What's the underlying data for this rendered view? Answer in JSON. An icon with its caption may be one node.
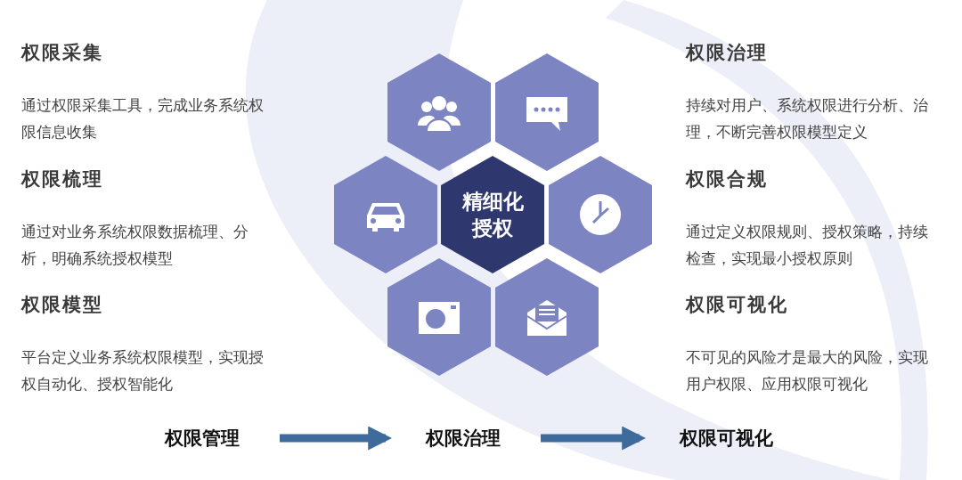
{
  "diagram": {
    "nodes": [
      {
        "text": [],
        "shape": "hexagon"
      },
      {
        "text": [],
        "shape": "hexagon"
      },
      {
        "text": [],
        "shape": "hexagon"
      },
      {
        "text": [
          "精细化授权"
        ]
      },
      {
        "text": [],
        "shape": "hexagon"
      },
      {
        "text": [],
        "shape": "hexagon"
      },
      {
        "text": [],
        "shape": "hexagon"
      },
      {
        "text": [
          "权限管理"
        ]
      },
      {
        "text": [
          "权限治理"
        ]
      },
      {
        "text": [
          "权限可视化"
        ]
      }
    ],
    "edges": [
      {
        "from": 7,
        "to": 8,
        "arrow": "to"
      },
      {
        "from": 8,
        "to": 9,
        "arrow": "to"
      }
    ],
    "labels": [
      "权限采集",
      "通过权限采集工具，完成业务系统权限信息收集",
      "权限梳理",
      "通过对业务系统权限数据梳理、分析，明确系统授权模型",
      "权限模型",
      "平台定义业务系统权限模型，实现授权自动化、授权智能化",
      "权限治理",
      "持续对用户、系统权限进行分析、治理，不断完善权限模型定义",
      "权限合规",
      "通过定义权限规则、授权策略，持续检查，实现最小授权原则",
      "权限可视化",
      "不可见的风险才是最大的风险，实现用户权限、应用权限可视化"
    ]
  }
}
